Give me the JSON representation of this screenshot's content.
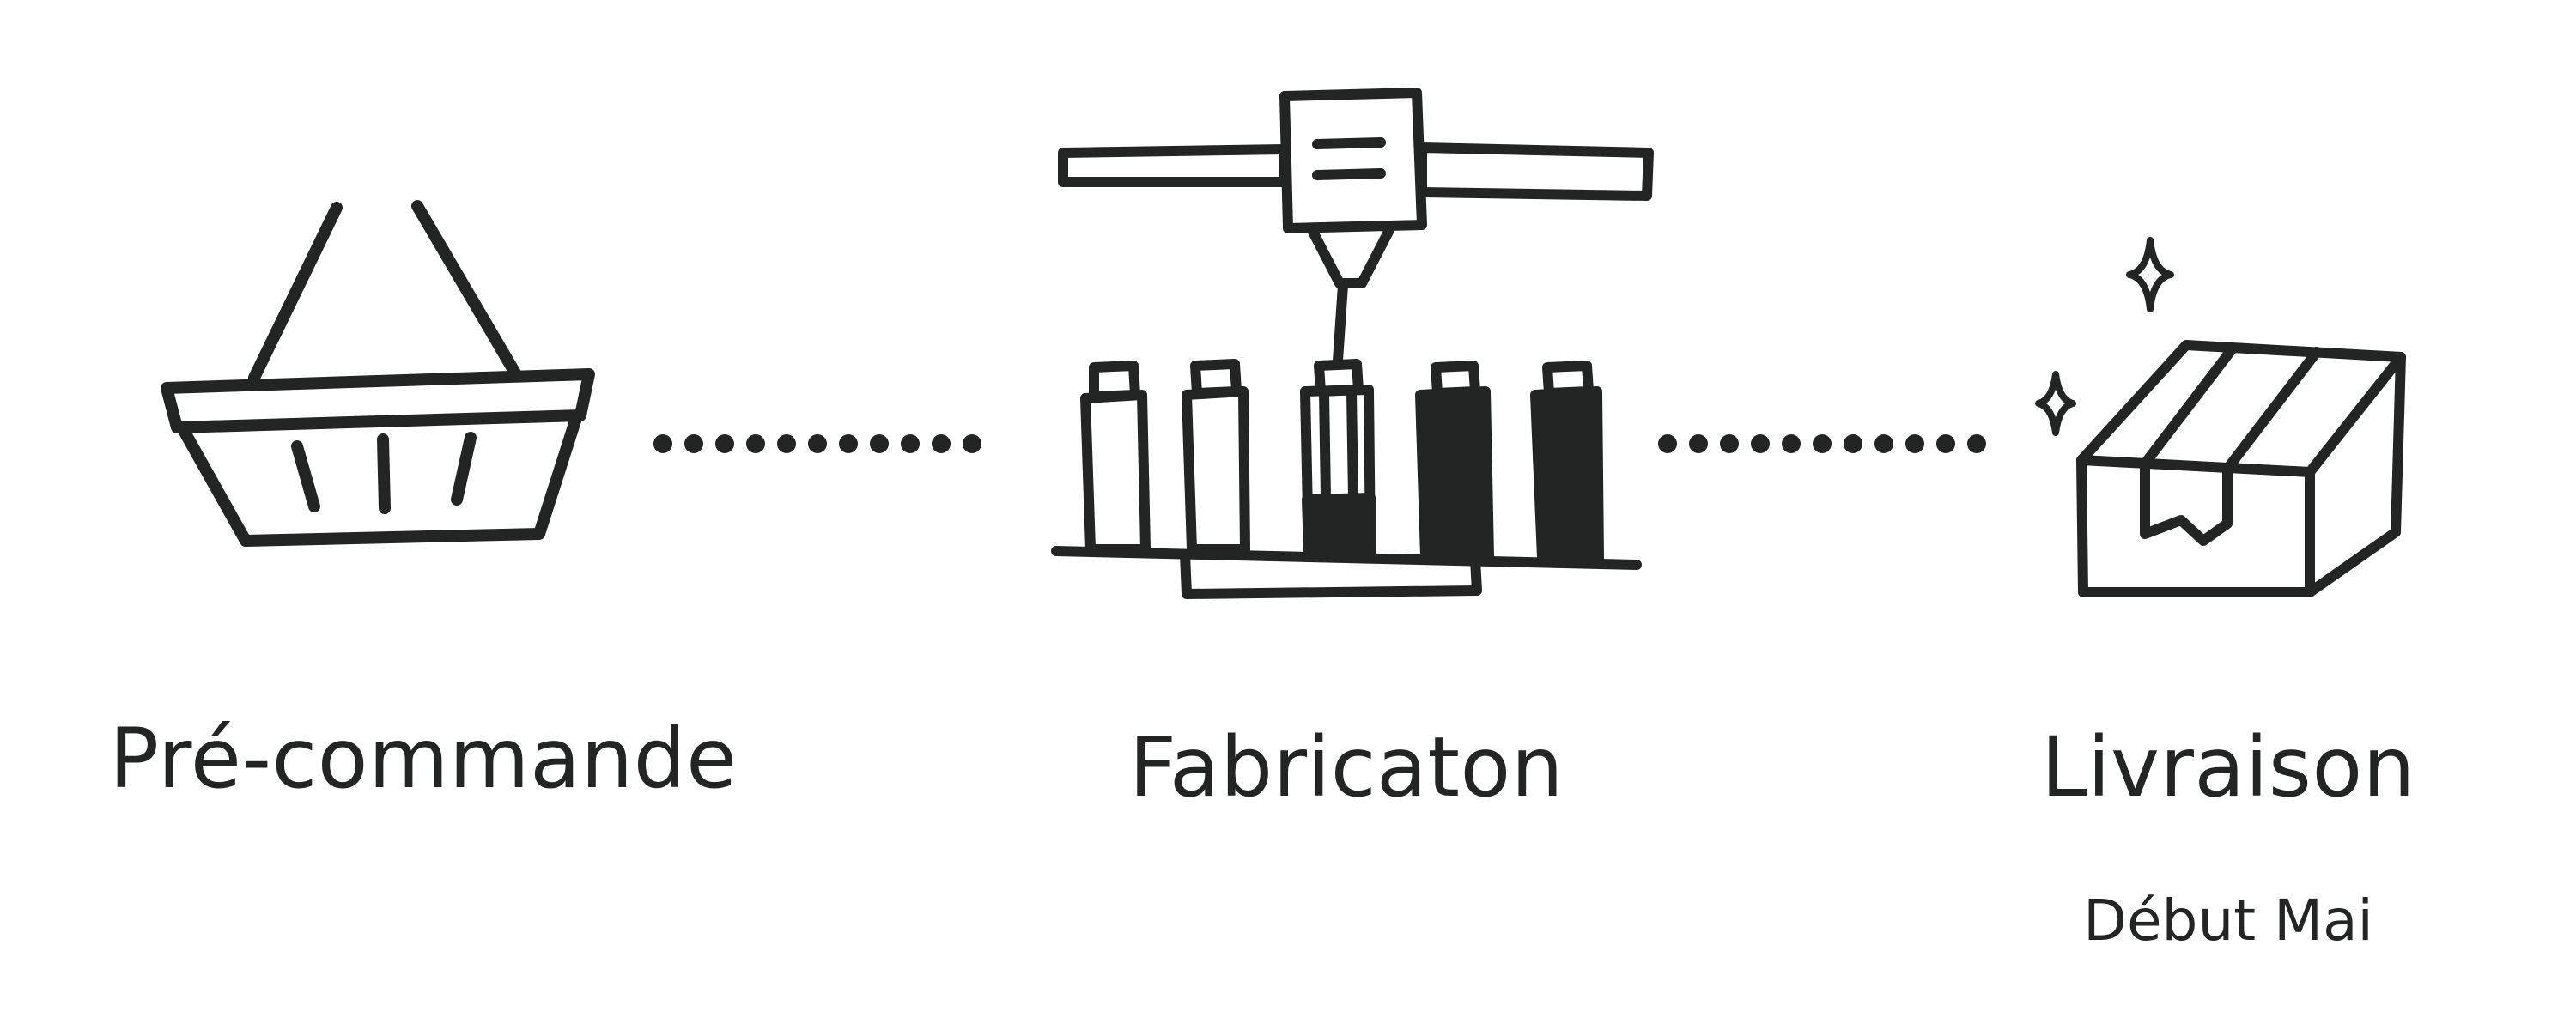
{
  "steps": [
    {
      "label": "Pré-commande",
      "icon": "basket-icon"
    },
    {
      "label": "Fabricaton",
      "icon": "factory-icon"
    },
    {
      "label": "Livraison",
      "icon": "package-icon",
      "note": "Début Mai"
    }
  ],
  "colors": {
    "ink": "#222524",
    "background": "#ffffff"
  }
}
